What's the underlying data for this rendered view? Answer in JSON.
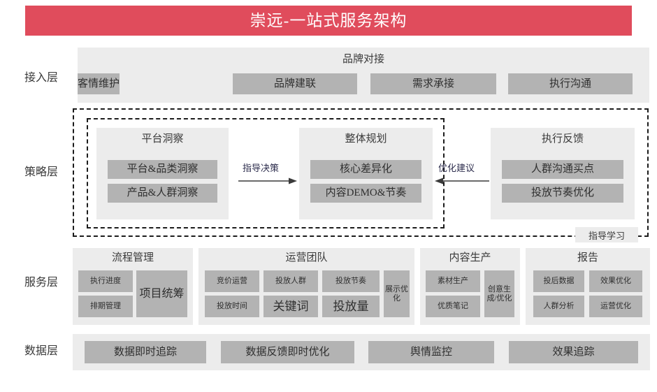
{
  "title": {
    "text": "崇远-一站式服务架构",
    "banner_color": "#e04c5c",
    "text_color": "#ffffff"
  },
  "theme": {
    "panel_color": "#ececec",
    "chip_color": "#b3b3b3",
    "text_color": "#333333",
    "dashed_border_color": "#1c1c1c"
  },
  "layers": {
    "access": {
      "label": "接入层"
    },
    "strategy": {
      "label": "策略层"
    },
    "service": {
      "label": "服务层"
    },
    "data": {
      "label": "数据层"
    }
  },
  "access_layer": {
    "title": "品牌对接",
    "items": [
      {
        "label": "品牌建联"
      },
      {
        "label": "需求承接"
      },
      {
        "label": "执行沟通"
      },
      {
        "label": "客情维护"
      }
    ]
  },
  "strategy_layer": {
    "panels": [
      {
        "title": "平台洞察",
        "items": [
          {
            "label": "平台&品类洞察"
          },
          {
            "label": "产品&人群洞察"
          }
        ]
      },
      {
        "title": "整体规划",
        "items": [
          {
            "label": "核心差异化"
          },
          {
            "label": "内容DEMO&节奏"
          }
        ]
      },
      {
        "title": "执行反馈",
        "items": [
          {
            "label": "人群沟通买点"
          },
          {
            "label": "投放节奏优化"
          }
        ]
      }
    ],
    "arrows": [
      {
        "label": "指导决策",
        "direction": "right",
        "from": "平台洞察",
        "to": "整体规划"
      },
      {
        "label": "优化建议",
        "direction": "left",
        "from": "执行反馈",
        "to": "整体规划"
      }
    ],
    "guide_tag": "指导学习"
  },
  "service_layer": {
    "groups": [
      {
        "title": "流程管理",
        "items": [
          {
            "label": "执行进度"
          },
          {
            "label": "排期管理"
          },
          {
            "label": "项目统筹"
          }
        ]
      },
      {
        "title": "运营团队",
        "items": [
          {
            "label": "竞价运营"
          },
          {
            "label": "投放人群"
          },
          {
            "label": "投放节奏"
          },
          {
            "label": "投放时间"
          },
          {
            "label": "关键词"
          },
          {
            "label": "投放量"
          },
          {
            "label": "展示优化"
          }
        ]
      },
      {
        "title": "内容生产",
        "items": [
          {
            "label": "素材生产"
          },
          {
            "label": "优质笔记"
          },
          {
            "label": "创意生成/优化"
          }
        ]
      },
      {
        "title": "报告",
        "items": [
          {
            "label": "投后数据"
          },
          {
            "label": "效果优化"
          },
          {
            "label": "人群分析"
          },
          {
            "label": "运营优化"
          }
        ]
      }
    ]
  },
  "data_layer": {
    "items": [
      {
        "label": "数据即时追踪"
      },
      {
        "label": "数据反馈即时优化"
      },
      {
        "label": "舆情监控"
      },
      {
        "label": "效果追踪"
      }
    ]
  }
}
